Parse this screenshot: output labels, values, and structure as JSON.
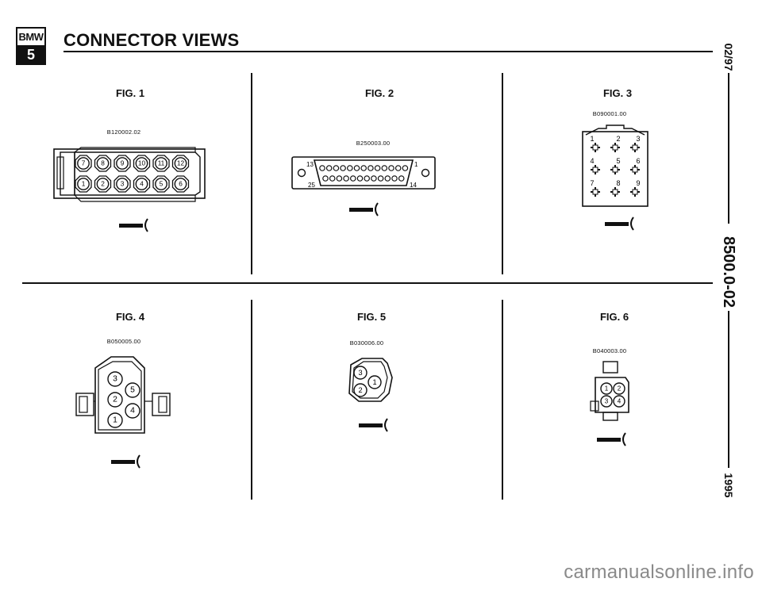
{
  "header": {
    "logo_top": "BMW",
    "logo_bottom": "5",
    "title": "CONNECTOR VIEWS"
  },
  "side_margin": {
    "date": "02/97",
    "section": "8500.0-02",
    "year": "1995"
  },
  "figures": [
    {
      "label": "FIG. 1",
      "part_number": "B120002.02",
      "pins_top": [
        "7",
        "8",
        "9",
        "10",
        "11",
        "12"
      ],
      "pins_bottom": [
        "1",
        "2",
        "3",
        "4",
        "5",
        "6"
      ]
    },
    {
      "label": "FIG. 2",
      "part_number": "B250003.00",
      "pin_labels": [
        "13",
        "1",
        "25",
        "14"
      ]
    },
    {
      "label": "FIG. 3",
      "part_number": "B090001.00",
      "pin_labels": [
        "1",
        "2",
        "3",
        "4",
        "5",
        "6",
        "7",
        "8",
        "9"
      ]
    },
    {
      "label": "FIG. 4",
      "part_number": "B050005.00",
      "pin_labels": [
        "3",
        "5",
        "2",
        "4",
        "1"
      ]
    },
    {
      "label": "FIG. 5",
      "part_number": "B030006.00",
      "pin_labels": [
        "3",
        "1",
        "2"
      ]
    },
    {
      "label": "FIG. 6",
      "part_number": "B040003.00",
      "pin_labels": [
        "1",
        "2",
        "3",
        "4"
      ]
    }
  ],
  "watermark": "carmanualsonline.info"
}
